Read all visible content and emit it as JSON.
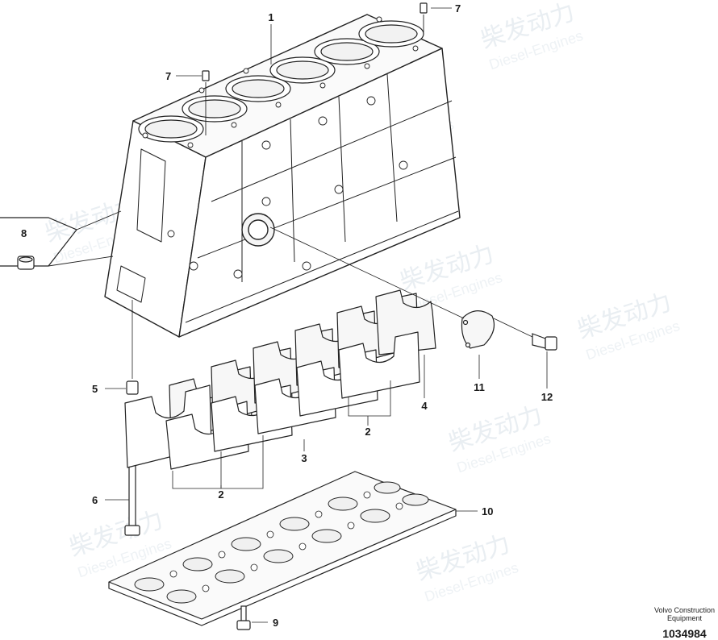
{
  "watermark": {
    "brand": "柴发动力",
    "sub": "Diesel-Engines"
  },
  "callouts": {
    "c1": "1",
    "c2a": "2",
    "c2b": "2",
    "c3": "3",
    "c4": "4",
    "c5": "5",
    "c6": "6",
    "c7a": "7",
    "c7b": "7",
    "c8": "8",
    "c9": "9",
    "c10": "10",
    "c11": "11",
    "c12": "12"
  },
  "caption": {
    "line1": "Volvo Construction",
    "line2": "Equipment",
    "number": "1034984"
  }
}
